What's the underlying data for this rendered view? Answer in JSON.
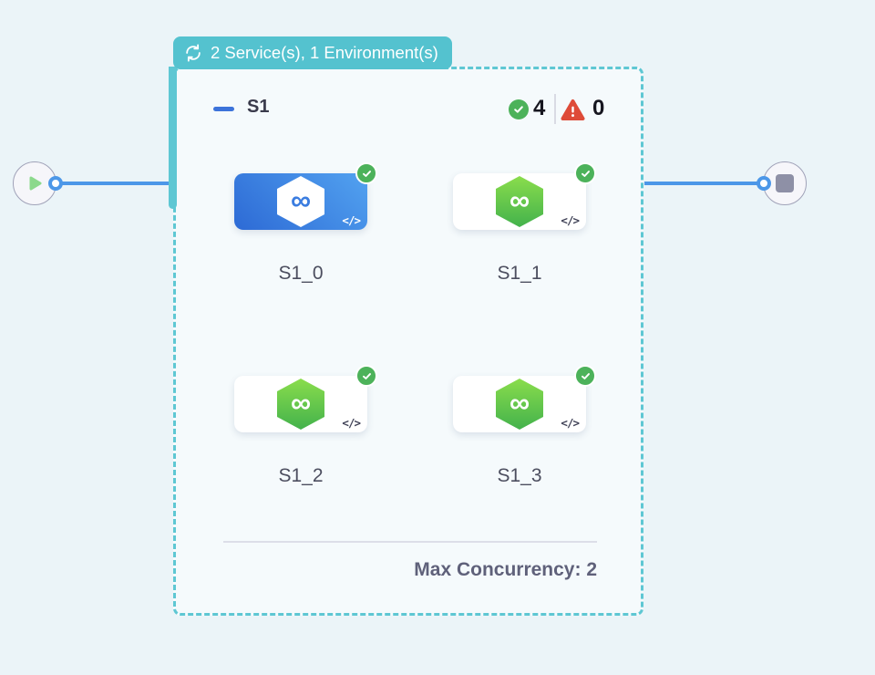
{
  "badge": {
    "label": "2 Service(s), 1 Environment(s)",
    "icon": "loop-icon"
  },
  "stage": {
    "name": "S1",
    "success_count": "4",
    "failure_count": "0",
    "max_concurrency_label": "Max Concurrency: 2"
  },
  "services": [
    {
      "label": "S1_0",
      "selected": true,
      "status": "success"
    },
    {
      "label": "S1_1",
      "selected": false,
      "status": "success"
    },
    {
      "label": "S1_2",
      "selected": false,
      "status": "success"
    },
    {
      "label": "S1_3",
      "selected": false,
      "status": "success"
    }
  ],
  "nodes": {
    "start": "play",
    "end": "stop"
  },
  "icons": {
    "code": "</>"
  },
  "colors": {
    "canvas_bg": "#EBF4F8",
    "badge_teal": "#54C2CF",
    "dashed_border": "#5EC7D3",
    "edge_blue": "#4C97E8",
    "success_green": "#4CB25A",
    "failure_red": "#DE4B38",
    "selected_card_blue": "#3B7DE0",
    "service_hex_green": "#5BC04C"
  }
}
